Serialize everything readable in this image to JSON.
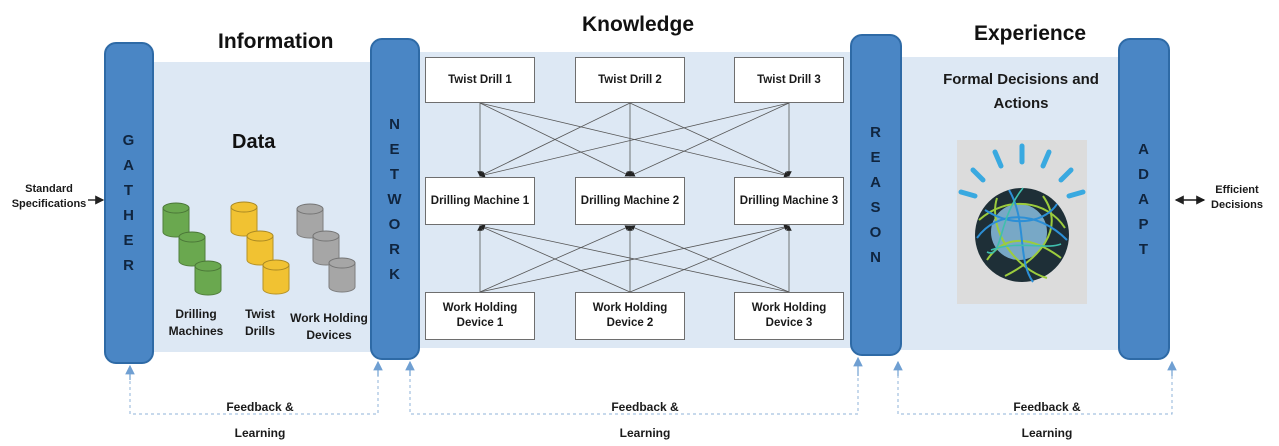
{
  "headings": {
    "information": "Information",
    "knowledge": "Knowledge",
    "experience": "Experience",
    "data": "Data",
    "formal_decisions": "Formal Decisions and Actions"
  },
  "pillars": {
    "gather": [
      "G",
      "A",
      "T",
      "H",
      "E",
      "R"
    ],
    "network": [
      "N",
      "E",
      "T",
      "W",
      "O",
      "R",
      "K"
    ],
    "reason": [
      "R",
      "E",
      "A",
      "S",
      "O",
      "N"
    ],
    "adapt": [
      "A",
      "D",
      "A",
      "P",
      "T"
    ]
  },
  "inputs": {
    "left": "Standard Specifications",
    "right": "Efficient Decisions"
  },
  "databases": [
    {
      "label": "Drilling Machines",
      "color": "#6aa84f"
    },
    {
      "label": "Twist Drills",
      "color": "#f1c232"
    },
    {
      "label": "Work Holding Devices",
      "color": "#a6a6a6"
    }
  ],
  "nodes": {
    "twist_drills": [
      "Twist Drill 1",
      "Twist Drill 2",
      "Twist Drill 3"
    ],
    "drilling_machines": [
      "Drilling Machine 1",
      "Drilling Machine 2",
      "Drilling Machine 3"
    ],
    "work_holding": [
      "Work Holding Device 1",
      "Work Holding Device 2",
      "Work Holding Device 3"
    ]
  },
  "feedback": {
    "first": "Feedback & Learning",
    "second": "Feedback & Learning",
    "third": "Feedback & Learning"
  },
  "colors": {
    "panel": "#dde8f4",
    "pillar": "#4a86c5",
    "feedback_line": "#8fb3d9"
  },
  "icons": {
    "brain": "brain-globe-icon"
  }
}
